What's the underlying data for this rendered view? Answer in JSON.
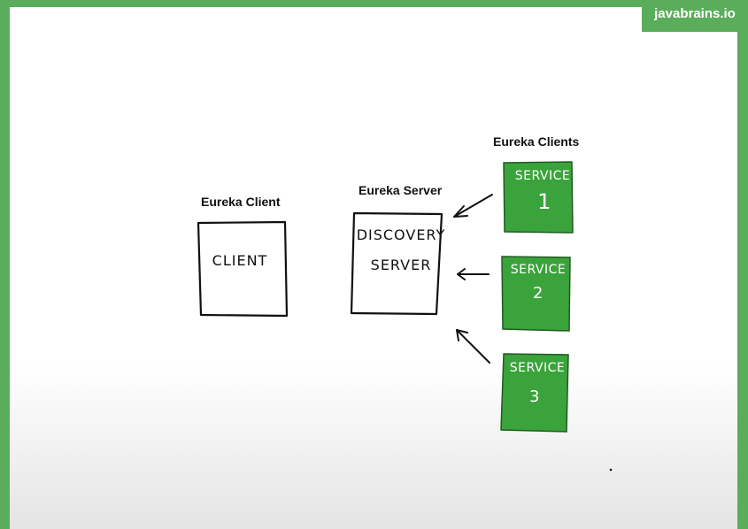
{
  "brand": "javabrains.io",
  "labels": {
    "eureka_client": "Eureka Client",
    "eureka_server": "Eureka Server",
    "eureka_clients": "Eureka Clients"
  },
  "boxes": {
    "client": "CLIENT",
    "discovery_line1": "DISCOVERY",
    "discovery_line2": "SERVER",
    "service1_title": "SERVICE",
    "service1_num": "1",
    "service2_title": "SERVICE",
    "service2_num": "2",
    "service3_title": "SERVICE",
    "service3_num": "3"
  },
  "colors": {
    "frame": "#5aad5a",
    "service_fill": "#3ba33b"
  }
}
